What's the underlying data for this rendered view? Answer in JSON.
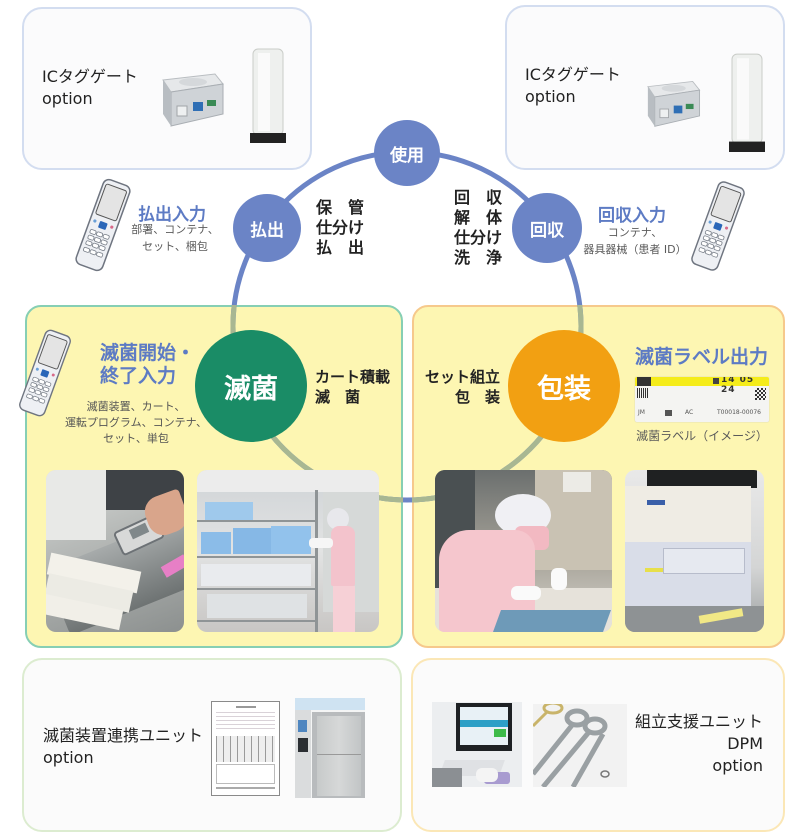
{
  "top_left_panel": {
    "title": "ICタグゲート",
    "subtitle": "option"
  },
  "top_right_panel": {
    "title": "ICタグゲート",
    "subtitle": "option"
  },
  "cycle": {
    "use": "使用",
    "issue": "払出",
    "collect": "回収",
    "sterilize": "滅菌",
    "package": "包装"
  },
  "issue_input": {
    "title": "払出入力",
    "lines": [
      "部署、コンテナ、",
      "セット、梱包"
    ]
  },
  "storage_steps": [
    "保　管",
    "仕分け",
    "払　出"
  ],
  "collection_steps": [
    "回　収",
    "解　体",
    "仕分け",
    "洗　浄"
  ],
  "collection_input": {
    "title": "回収入力",
    "lines": [
      "コンテナ、",
      "器具器械（患者 ID）"
    ]
  },
  "sterilization_panel": {
    "title_lines": [
      "滅菌開始・",
      "終了入力"
    ],
    "detail_lines": [
      "滅菌装置、カート、",
      "運転プログラム、コンテナ、",
      "セット、単包"
    ],
    "steps": [
      "カート積載",
      "滅　菌"
    ]
  },
  "packaging_panel": {
    "steps": [
      "セット組立",
      "包　装"
    ],
    "label_title": "滅菌ラベル出力",
    "label_caption": "滅菌ラベル（イメージ）",
    "label_sample": {
      "date": "14 05 24",
      "left": "JM",
      "mid": "AC",
      "code": "T00018-00076"
    }
  },
  "bottom_left_panel": {
    "title": "滅菌装置連携ユニット",
    "subtitle": "option"
  },
  "bottom_right_panel": {
    "title": "組立支援ユニット",
    "model": "DPM",
    "subtitle": "option"
  },
  "colors": {
    "cycle_blue": "#6b84c6",
    "sterilize_green": "#1a8c66",
    "package_orange": "#f2a012",
    "panel_yellow": "#fdf6b2",
    "title_blue": "#5d7bc4"
  }
}
